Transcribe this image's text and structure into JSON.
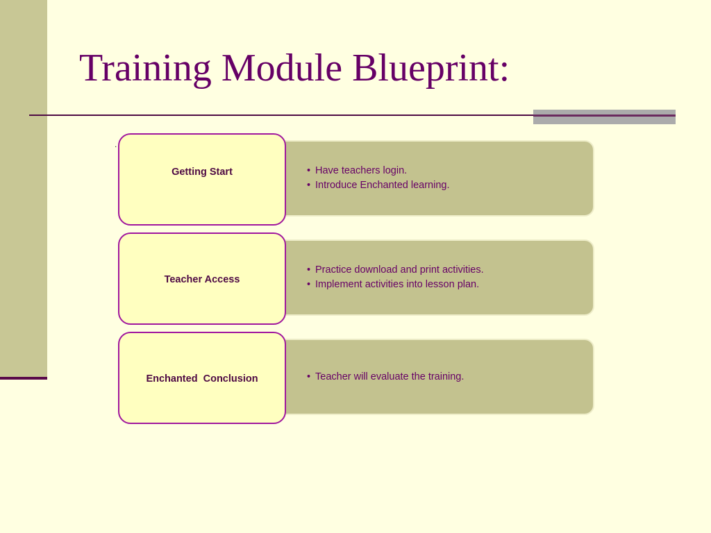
{
  "slide": {
    "title": "Training Module Blueprint:",
    "stray_mark": ".",
    "colors": {
      "background": "#FFFFE1",
      "side_band": "#C8C795",
      "title_text": "#660066",
      "step_box_fill": "#FFFFC0",
      "step_box_border": "#A0169E",
      "detail_panel_fill": "#C3C28F",
      "rule": "#4E0A44",
      "rule_accent": "#ABABAB"
    }
  },
  "steps": [
    {
      "label": "Getting Start",
      "details": [
        "Have teachers login.",
        "Introduce Enchanted learning."
      ]
    },
    {
      "label": "Teacher Access",
      "details": [
        "Practice download and print activities.",
        "Implement activities into lesson plan."
      ]
    },
    {
      "label": "Enchanted  Conclusion",
      "details": [
        "Teacher will evaluate the training."
      ]
    }
  ]
}
